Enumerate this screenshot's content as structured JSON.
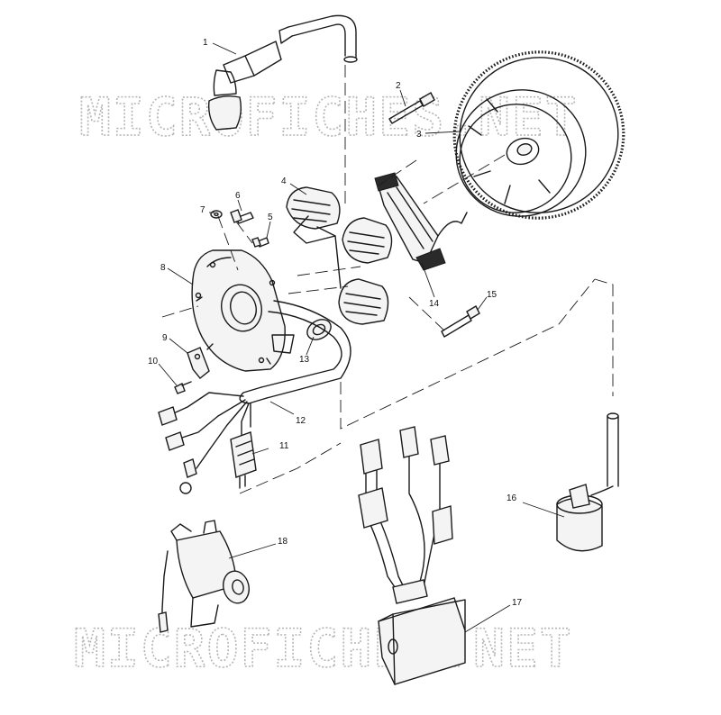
{
  "watermark": {
    "text_top": "MICROFICHES.NET",
    "text_bottom": "MICROFICHES.NET"
  },
  "callouts": [
    "1",
    "2",
    "3",
    "4",
    "5",
    "6",
    "7",
    "8",
    "9",
    "10",
    "11",
    "12",
    "13",
    "14",
    "15",
    "16",
    "17",
    "18"
  ],
  "colors": {
    "ink": "#1a1a1a",
    "watermark": "#b5b5b5",
    "background": "#ffffff"
  }
}
